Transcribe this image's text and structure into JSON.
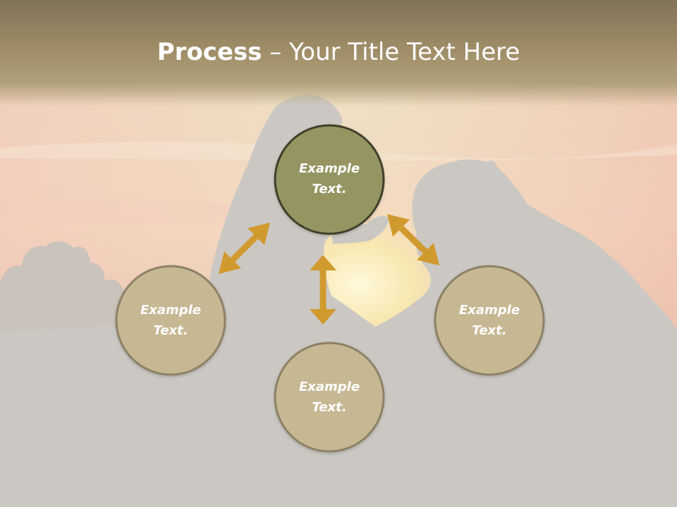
{
  "title": {
    "bold": "Process",
    "rest": " – Your Title Text Here"
  },
  "nodes": [
    {
      "id": "top",
      "line1": "Example",
      "line2": "Text.",
      "fill": "#959562",
      "stroke": "#3f3f2c"
    },
    {
      "id": "left",
      "line1": "Example",
      "line2": "Text.",
      "fill": "#c7b894",
      "stroke": "#8d8166"
    },
    {
      "id": "bottom",
      "line1": "Example",
      "line2": "Text.",
      "fill": "#c7b894",
      "stroke": "#8d8166"
    },
    {
      "id": "right",
      "line1": "Example",
      "line2": "Text.",
      "fill": "#c7b894",
      "stroke": "#8d8166"
    }
  ],
  "colors": {
    "arrow": "#d19a2f",
    "title_text": "#ffffff",
    "silhouette": "#cbc8c3"
  }
}
